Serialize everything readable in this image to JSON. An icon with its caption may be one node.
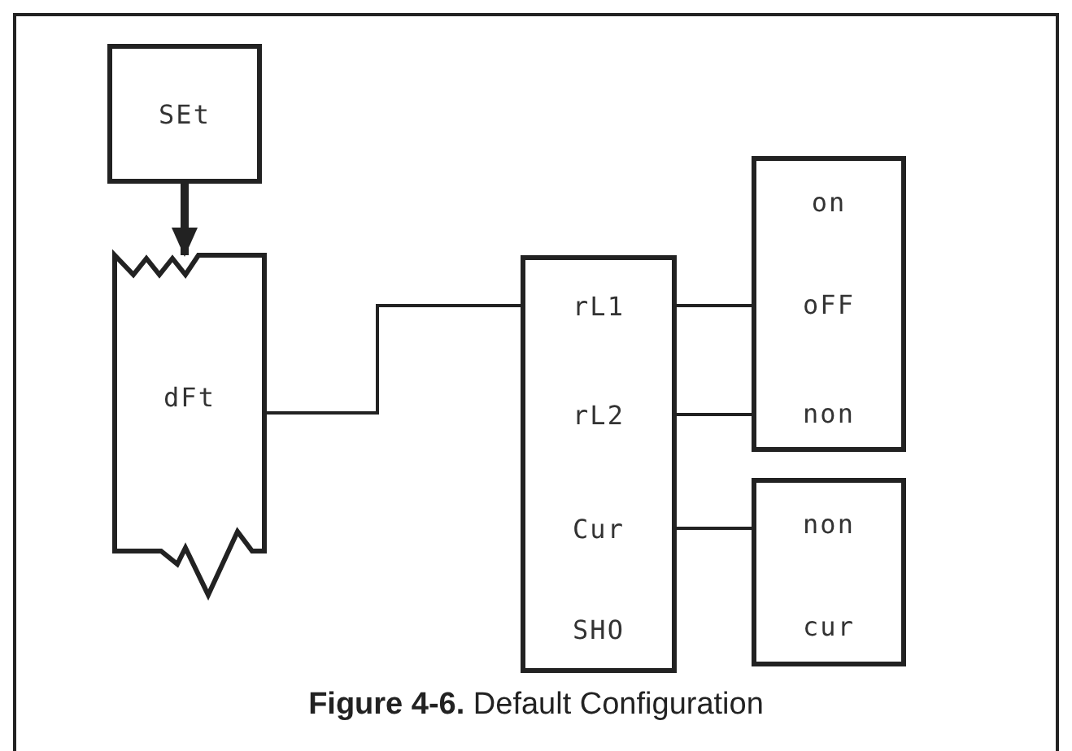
{
  "diagram": {
    "caption": "**Figure 4-6.** Default Configuration",
    "nodes": [
      {
        "text": [
          "SEt"
        ]
      },
      {
        "text": [
          "dFt"
        ]
      },
      {
        "text": [],
        "shape": "box"
      },
      {
        "text": [
          "rL1"
        ],
        "in": 2
      },
      {
        "text": [
          "rL2"
        ],
        "in": 2
      },
      {
        "text": [
          "Cur"
        ],
        "in": 2
      },
      {
        "text": [
          "SHO"
        ],
        "in": 2
      },
      {
        "text": [],
        "shape": "box"
      },
      {
        "text": [
          "on"
        ],
        "in": 7
      },
      {
        "text": [
          "oFF"
        ],
        "in": 7
      },
      {
        "text": [
          "non"
        ],
        "in": 7
      },
      {
        "text": [],
        "shape": "box"
      },
      {
        "text": [
          "non"
        ],
        "in": 11
      },
      {
        "text": [
          "cur"
        ],
        "in": 11
      }
    ],
    "edges": [
      {
        "from": 0,
        "to": 1,
        "arrow": "to",
        "style": "thick"
      },
      {
        "from": 1,
        "to": 3,
        "arrow": "none"
      },
      {
        "from": 3,
        "to": 9,
        "arrow": "none"
      },
      {
        "from": 4,
        "to": 10,
        "arrow": "none"
      },
      {
        "from": 5,
        "to": 12,
        "arrow": "none"
      }
    ]
  }
}
